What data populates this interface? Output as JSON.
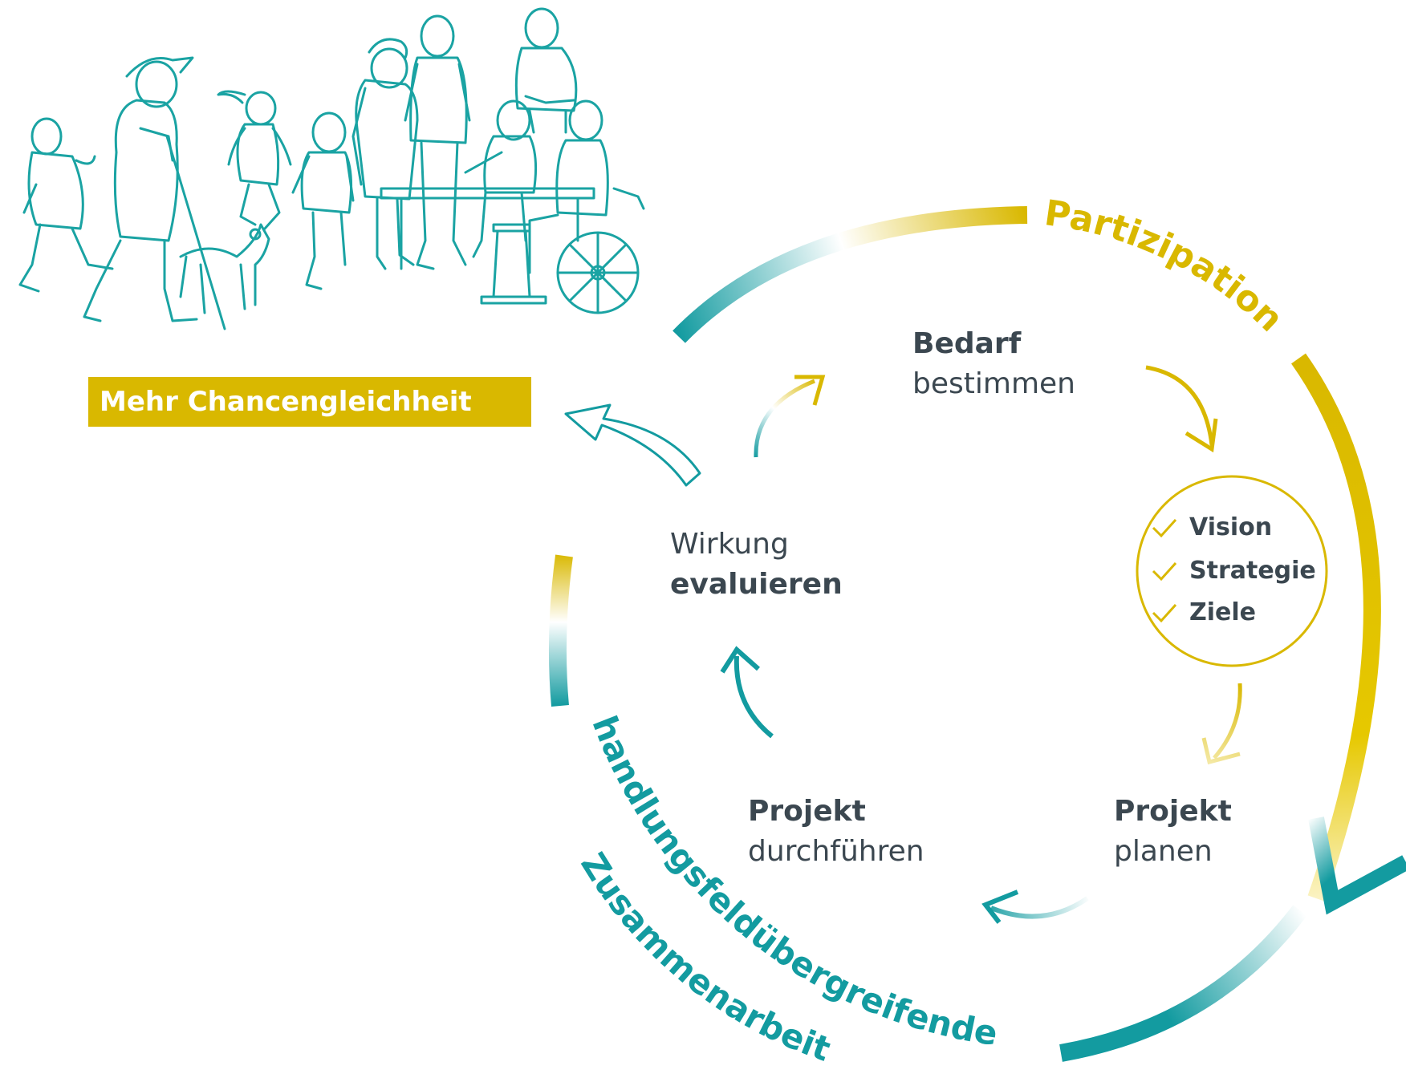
{
  "badge": {
    "label": "Mehr Chancengleichheit",
    "color": "#d9b800"
  },
  "arc_labels": {
    "top": "Partizipation",
    "bottom_line1": "handlungsfeldübergreifende",
    "bottom_line2": "Zusammenarbeit"
  },
  "steps": {
    "bedarf": {
      "bold": "Bedarf",
      "light": "bestimmen"
    },
    "planen": {
      "bold": "Projekt",
      "light": "planen"
    },
    "durchfuehren": {
      "bold": "Projekt",
      "light": "durchführen"
    },
    "evaluieren": {
      "light": "Wirkung",
      "bold": "evaluieren"
    }
  },
  "checklist": {
    "items": [
      "Vision",
      "Strategie",
      "Ziele"
    ],
    "icon": "check-icon"
  },
  "illustration": {
    "icon": "people-group-illustration"
  },
  "colors": {
    "gold": "#d9b800",
    "teal": "#139ba0",
    "text": "#3b4750"
  }
}
